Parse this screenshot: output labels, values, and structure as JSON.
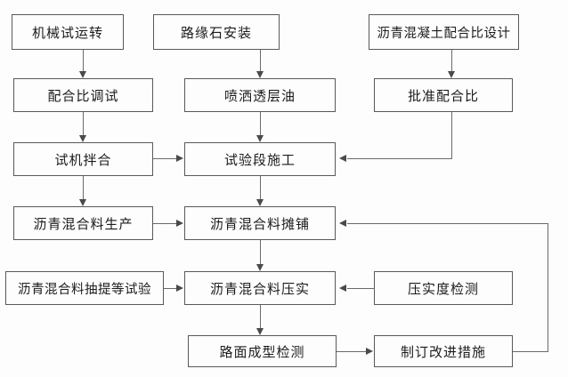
{
  "diagram": {
    "type": "flowchart",
    "title": "",
    "nodes": [
      {
        "id": "n1",
        "label": "机械试运转"
      },
      {
        "id": "n2",
        "label": "路缘石安装"
      },
      {
        "id": "n3",
        "label": "沥青混凝土配合比设计"
      },
      {
        "id": "n4",
        "label": "配合比调试"
      },
      {
        "id": "n5",
        "label": "喷洒透层油"
      },
      {
        "id": "n6",
        "label": "批准配合比"
      },
      {
        "id": "n7",
        "label": "试机拌合"
      },
      {
        "id": "n8",
        "label": "试验段施工"
      },
      {
        "id": "n9",
        "label": "沥青混合料生产"
      },
      {
        "id": "n10",
        "label": "沥青混合料摊铺"
      },
      {
        "id": "n11",
        "label": "沥青混合料抽提等试验"
      },
      {
        "id": "n12",
        "label": "沥青混合料压实"
      },
      {
        "id": "n13",
        "label": "压实度检测"
      },
      {
        "id": "n14",
        "label": "路面成型检测"
      },
      {
        "id": "n15",
        "label": "制订改进措施"
      }
    ],
    "edges": [
      {
        "from": "n1",
        "to": "n4",
        "kind": "down"
      },
      {
        "from": "n2",
        "to": "n5",
        "kind": "down"
      },
      {
        "from": "n3",
        "to": "n6",
        "kind": "down"
      },
      {
        "from": "n4",
        "to": "n7",
        "kind": "down"
      },
      {
        "from": "n5",
        "to": "n8",
        "kind": "down"
      },
      {
        "from": "n6",
        "to": "n8",
        "kind": "elbow-left"
      },
      {
        "from": "n7",
        "to": "n8",
        "kind": "right"
      },
      {
        "from": "n7",
        "to": "n9",
        "kind": "down"
      },
      {
        "from": "n8",
        "to": "n10",
        "kind": "down"
      },
      {
        "from": "n9",
        "to": "n10",
        "kind": "right"
      },
      {
        "from": "n10",
        "to": "n12",
        "kind": "down"
      },
      {
        "from": "n11",
        "to": "n12",
        "kind": "right"
      },
      {
        "from": "n13",
        "to": "n12",
        "kind": "left"
      },
      {
        "from": "n12",
        "to": "n14",
        "kind": "down"
      },
      {
        "from": "n14",
        "to": "n15",
        "kind": "right"
      },
      {
        "from": "n15",
        "to": "n10",
        "kind": "feedback-loop"
      }
    ],
    "colors": {
      "background": "#fdfdfd",
      "node_border": "#59595a",
      "node_fill": "#fdfdfd",
      "edge": "#6a6a6b",
      "text": "#1b1b1b"
    }
  }
}
